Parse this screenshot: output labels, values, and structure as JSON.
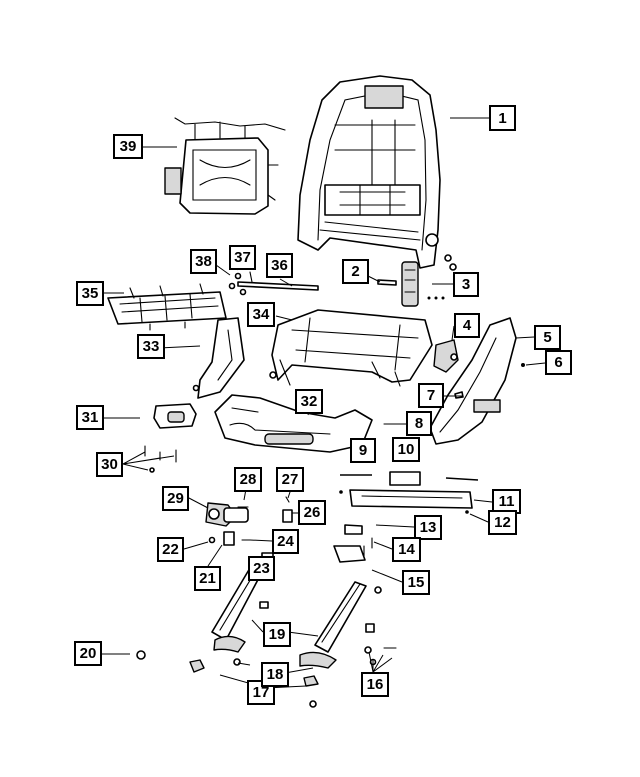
{
  "diagram": {
    "callouts": [
      "1",
      "2",
      "3",
      "4",
      "5",
      "6",
      "7",
      "8",
      "9",
      "10",
      "11",
      "12",
      "13",
      "14",
      "15",
      "16",
      "17",
      "18",
      "19",
      "20",
      "21",
      "22",
      "23",
      "24",
      "26",
      "27",
      "28",
      "29",
      "30",
      "31",
      "32",
      "33",
      "34",
      "35",
      "36",
      "37",
      "38",
      "39"
    ]
  }
}
